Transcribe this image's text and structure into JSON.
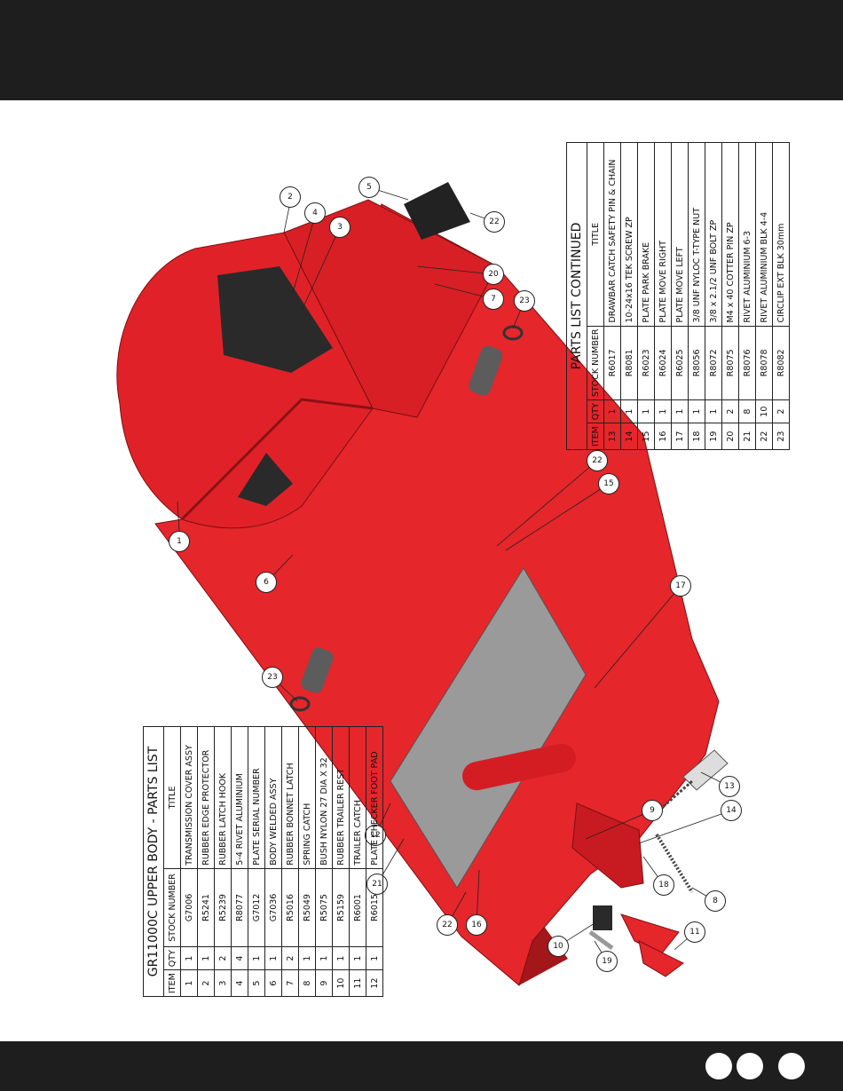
{
  "page": {
    "dots": 3
  },
  "colors": {
    "body_red": "#e5262b",
    "dark_red": "#a3161a",
    "band": "#1e1e1e",
    "tread": "#9a9a9a"
  },
  "parts_list": {
    "title": "GR11000C UPPER BODY - PARTS LIST",
    "headers": [
      "ITEM",
      "QTY",
      "STOCK NUMBER",
      "TITLE"
    ],
    "rows": [
      [
        "1",
        "1",
        "G7006",
        "TRANSMISSION COVER ASSY"
      ],
      [
        "2",
        "1",
        "R5241",
        "RUBBER EDGE PROTECTOR"
      ],
      [
        "3",
        "2",
        "R5239",
        "RUBBER LATCH HOOK"
      ],
      [
        "4",
        "4",
        "R8077",
        "5-4 RIVET ALUMINIUM"
      ],
      [
        "5",
        "1",
        "G7012",
        "PLATE SERIAL NUMBER"
      ],
      [
        "6",
        "1",
        "G7036",
        "BODY WELDED ASSY"
      ],
      [
        "7",
        "2",
        "R5016",
        "RUBBER BONNET LATCH"
      ],
      [
        "8",
        "1",
        "R5049",
        "SPRING CATCH"
      ],
      [
        "9",
        "1",
        "R5075",
        "BUSH NYLON 27 DIA X 32"
      ],
      [
        "10",
        "1",
        "R5159",
        "RUBBER TRAILER REST"
      ],
      [
        "11",
        "1",
        "R6001",
        "TRAILER CATCH"
      ],
      [
        "12",
        "1",
        "R6015",
        "PLATE CHECKER FOOT PAD"
      ]
    ]
  },
  "parts_list_continued": {
    "title": "PARTS LIST CONTINUED",
    "headers": [
      "ITEM",
      "QTY",
      "STOCK NUMBER",
      "TITLE"
    ],
    "rows": [
      [
        "13",
        "1",
        "R6017",
        "DRAWBAR CATCH SAFETY PIN & CHAIN"
      ],
      [
        "14",
        "1",
        "R8081",
        "10-24x16 TEK SCREW ZP"
      ],
      [
        "15",
        "1",
        "R6023",
        "PLATE PARK BRAKE"
      ],
      [
        "16",
        "1",
        "R6024",
        "PLATE MOVE RIGHT"
      ],
      [
        "17",
        "1",
        "R6025",
        "PLATE MOVE LEFT"
      ],
      [
        "18",
        "1",
        "R8056",
        "3/8 UNF NYLOC T-TYPE NUT"
      ],
      [
        "19",
        "1",
        "R8072",
        "3/8 x 2.1/2  UNF BOLT ZP"
      ],
      [
        "20",
        "2",
        "R8075",
        "M4 x 40 COTTER PIN ZP"
      ],
      [
        "21",
        "8",
        "R8076",
        "RIVET ALUMINIUM 6-3"
      ],
      [
        "22",
        "10",
        "R8078",
        "RIVET ALUMINIUM BLK 4-4"
      ],
      [
        "23",
        "2",
        "R8082",
        "CIRCLIP EXT BLK 30mm"
      ]
    ]
  },
  "callouts": [
    "1",
    "2",
    "3",
    "4",
    "5",
    "6",
    "7",
    "8",
    "9",
    "10",
    "11",
    "12",
    "13",
    "14",
    "15",
    "16",
    "17",
    "18",
    "19",
    "20",
    "21",
    "22",
    "22",
    "22",
    "23",
    "23"
  ]
}
